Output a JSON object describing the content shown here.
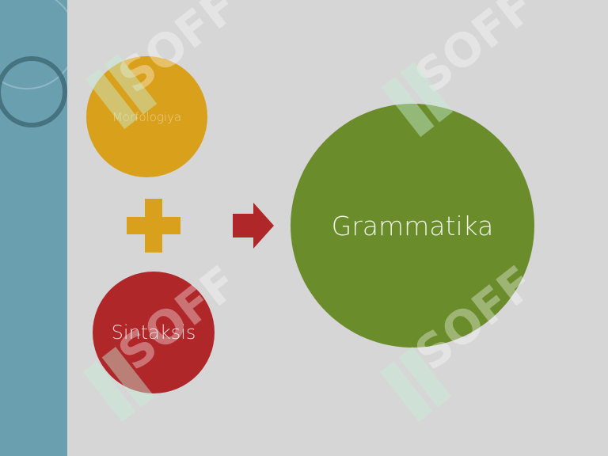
{
  "slide": {
    "colors": {
      "background": "#d6d6d6",
      "sidebar": "#6a9fb0",
      "morfologiya": "#d9a01b",
      "sintaksis": "#b0272a",
      "grammatika": "#6b8c2b",
      "plus": "#d9a01b",
      "arrow": "#b0272a"
    },
    "nodes": {
      "morfologiya": "Morfologiya",
      "sintaksis": "Sintaksis",
      "grammatika": "Grammatika"
    },
    "operators": {
      "plus_icon": "plus-icon",
      "arrow_icon": "right-arrow-icon"
    },
    "watermark": "SOFF"
  }
}
